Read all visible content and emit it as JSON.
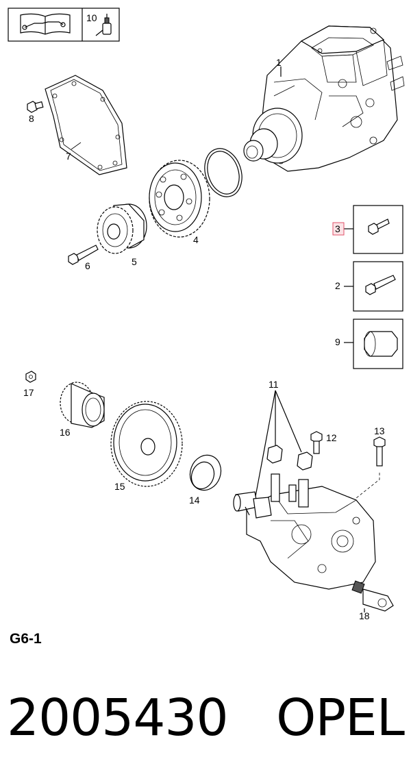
{
  "header": {
    "manual_icon": "book-wrench-icon",
    "reference_number": "10",
    "reference_icon": "sealant-tube-icon"
  },
  "callouts": {
    "c1": "1",
    "c2": "2",
    "c3": "3",
    "c4": "4",
    "c5": "5",
    "c6": "6",
    "c7": "7",
    "c8": "8",
    "c9": "9",
    "c11": "11",
    "c12": "12",
    "c13": "13",
    "c14": "14",
    "c15": "15",
    "c16": "16",
    "c17": "17",
    "c18": "18"
  },
  "highlighted_callout": "3",
  "colors": {
    "highlight_fill": "#fbe3e6",
    "highlight_border": "#e0506a"
  },
  "group_code": "G6-1",
  "footer": {
    "part_number": "2005430",
    "brand": "OPEL"
  }
}
